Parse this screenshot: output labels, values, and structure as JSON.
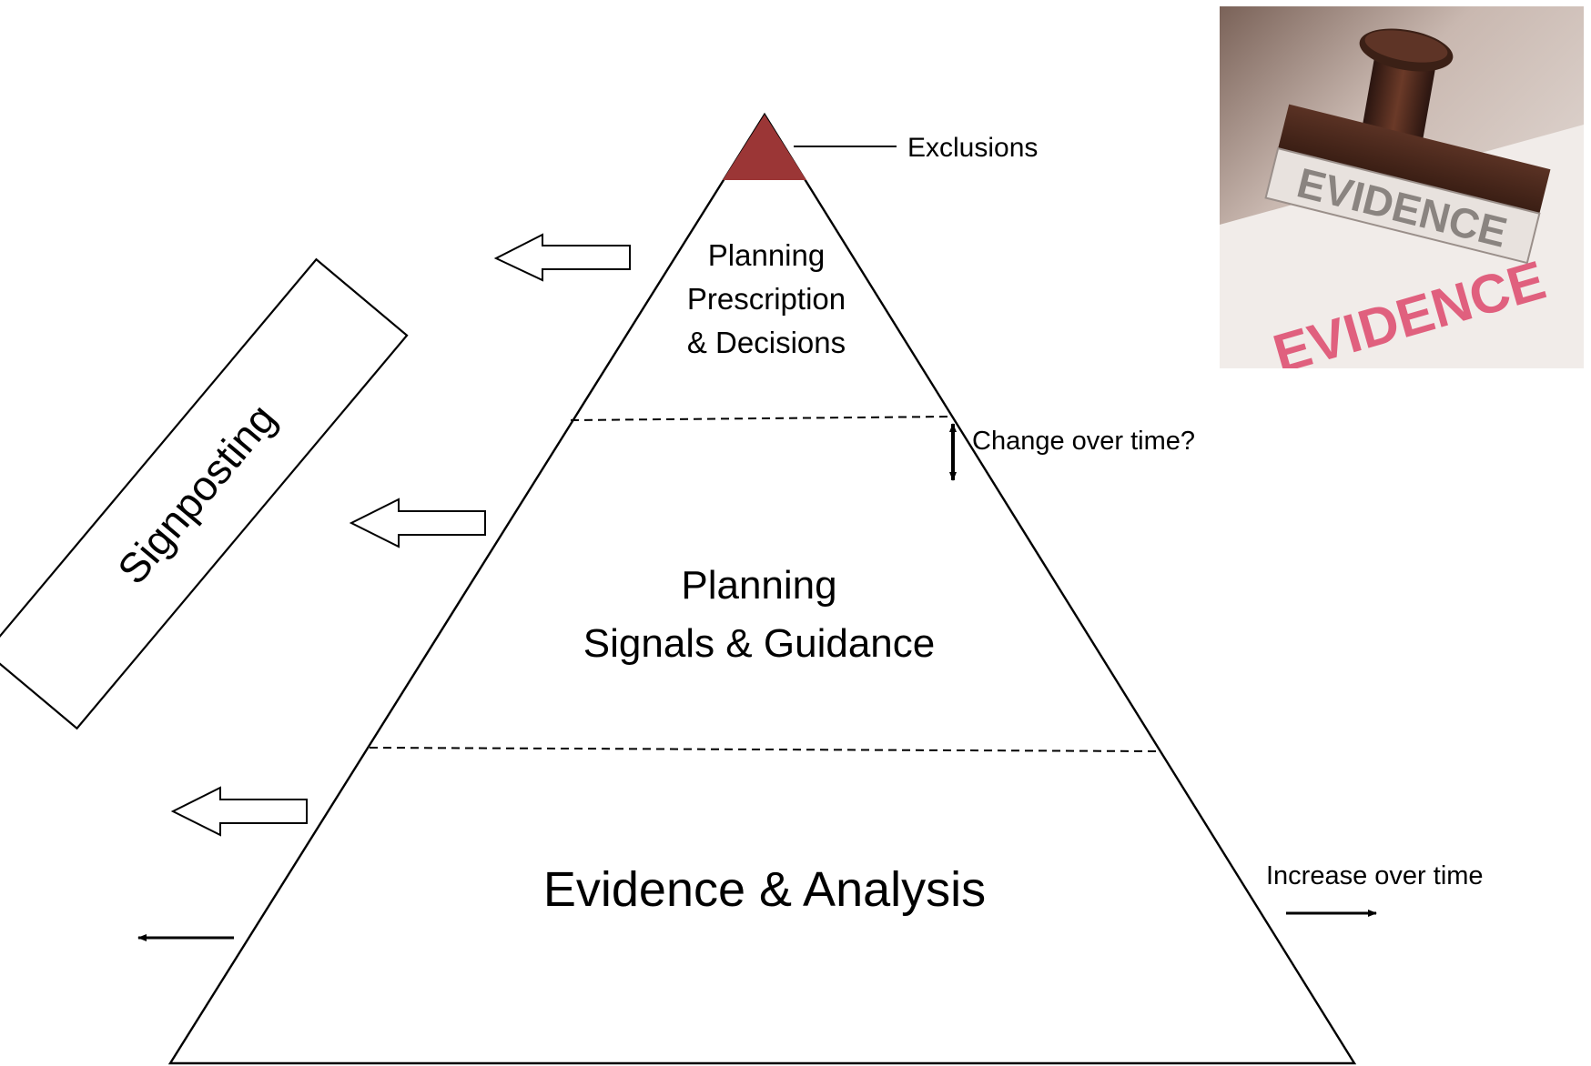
{
  "exclusions_label": "Exclusions",
  "tiers": {
    "top": [
      "Planning",
      "Prescription",
      "& Decisions"
    ],
    "middle": [
      "Planning",
      "Signals & Guidance"
    ],
    "bottom": "Evidence & Analysis"
  },
  "change_label": "Change over time?",
  "increase_label": "Increase over time",
  "signposting_label": "Signposting",
  "photo": {
    "stamp_text": "EVIDENCE",
    "print_text": "EVIDENCE"
  },
  "colors": {
    "apex": "#9b3636",
    "stamp_print": "#e0607e"
  }
}
